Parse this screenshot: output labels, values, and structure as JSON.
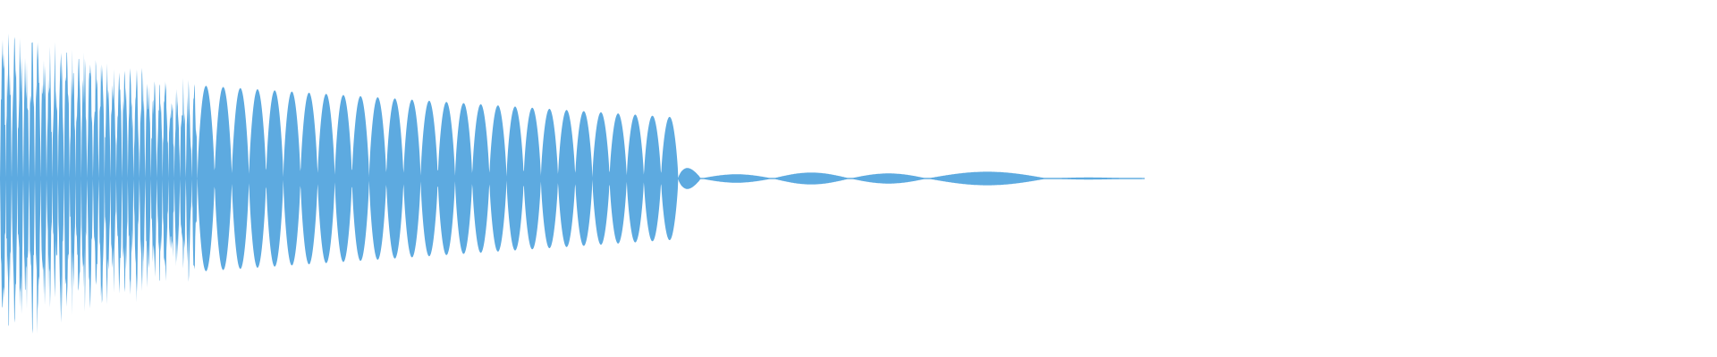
{
  "waveform": {
    "color": "#5DAAE0",
    "background": "#FFFFFF",
    "segments": [
      {
        "name": "burst-noisy",
        "start_fraction": 0.0,
        "end_fraction": 0.115,
        "peak_level": 0.9,
        "end_level": 0.58,
        "cycles": 34,
        "style": "noisy"
      },
      {
        "name": "burst-tone",
        "start_fraction": 0.115,
        "end_fraction": 0.395,
        "peak_level": 0.55,
        "end_level": 0.36,
        "cycles": 28,
        "style": "tone"
      },
      {
        "name": "tail-blip",
        "start_fraction": 0.395,
        "end_fraction": 0.408,
        "peak_level": 0.08,
        "end_level": 0.04,
        "cycles": 1,
        "style": "tone"
      },
      {
        "name": "tail-swell-1",
        "start_fraction": 0.408,
        "end_fraction": 0.45,
        "peak_level": 0.025,
        "end_level": 0.025,
        "cycles": 1,
        "style": "swell"
      },
      {
        "name": "tail-swell-2",
        "start_fraction": 0.45,
        "end_fraction": 0.495,
        "peak_level": 0.035,
        "end_level": 0.035,
        "cycles": 1,
        "style": "swell"
      },
      {
        "name": "tail-swell-3",
        "start_fraction": 0.495,
        "end_fraction": 0.54,
        "peak_level": 0.03,
        "end_level": 0.03,
        "cycles": 1,
        "style": "swell"
      },
      {
        "name": "tail-swell-4",
        "start_fraction": 0.54,
        "end_fraction": 0.61,
        "peak_level": 0.04,
        "end_level": 0.04,
        "cycles": 1,
        "style": "swell"
      },
      {
        "name": "tail-fade",
        "start_fraction": 0.61,
        "end_fraction": 0.665,
        "peak_level": 0.008,
        "end_level": 0.004,
        "cycles": 1,
        "style": "swell"
      }
    ]
  }
}
